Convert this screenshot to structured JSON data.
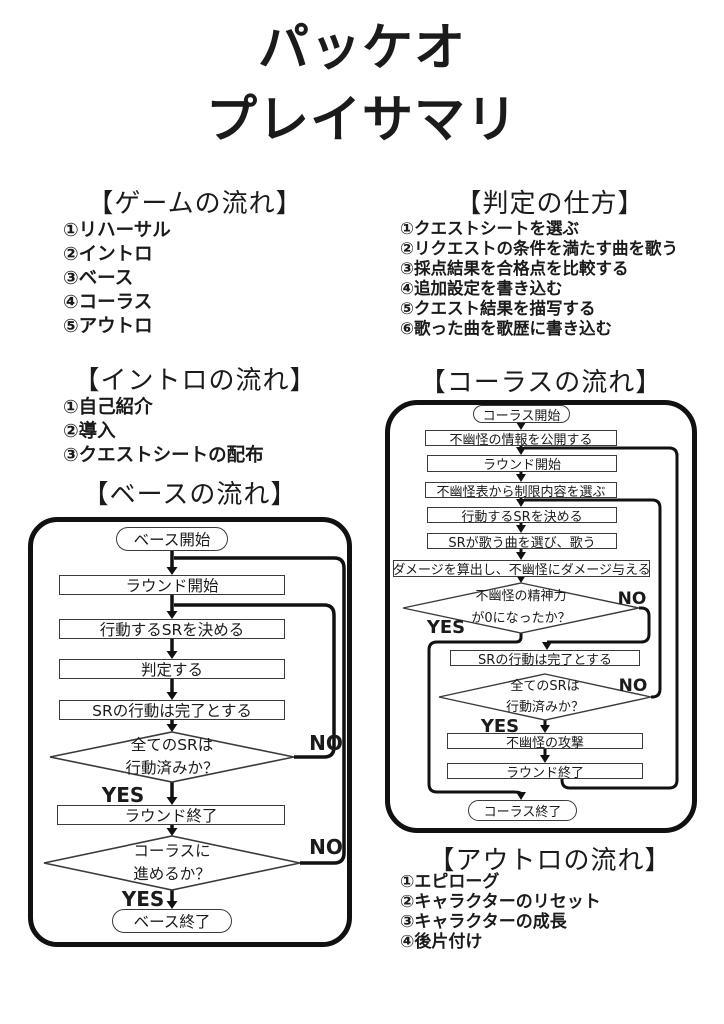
{
  "page": {
    "background": "#ffffff",
    "ink": "#1b1b1b"
  },
  "title": {
    "line1": "パッケオ",
    "line2": "プレイサマリ"
  },
  "sections": {
    "game": {
      "heading": "【ゲームの流れ】",
      "items": [
        "①リハーサル",
        "②イントロ",
        "③ベース",
        "④コーラス",
        "⑤アウトロ"
      ]
    },
    "judge": {
      "heading": "【判定の仕方】",
      "items": [
        "①クエストシートを選ぶ",
        "②リクエストの条件を満たす曲を歌う",
        "③採点結果を合格点を比較する",
        "④追加設定を書き込む",
        "⑤クエスト結果を描写する",
        "⑥歌った曲を歌歴に書き込む"
      ]
    },
    "intro": {
      "heading": "【イントロの流れ】",
      "items": [
        "①自己紹介",
        "②導入",
        "③クエストシートの配布"
      ]
    },
    "outro": {
      "heading": "【アウトロの流れ】",
      "items": [
        "①エピローグ",
        "②キャラクターのリセット",
        "③キャラクターの成長",
        "④後片付け"
      ]
    },
    "bass": {
      "heading": "【ベースの流れ】",
      "nodes": {
        "start": "ベース開始",
        "round_start": "ラウンド開始",
        "choose_sr": "行動するSRを決める",
        "judge": "判定する",
        "sr_done": "SRの行動は完了とする",
        "all_sr_q1": "全てのSRは",
        "all_sr_q2": "行動済みか？",
        "round_end": "ラウンド終了",
        "chorus_q1": "コーラスに",
        "chorus_q2": "進めるか？",
        "end": "ベース終了"
      },
      "labels": {
        "yes": "YES",
        "no": "NO"
      }
    },
    "chorus": {
      "heading": "【コーラスの流れ】",
      "nodes": {
        "start": "コーラス開始",
        "reveal": "不幽怪の情報を公開する",
        "round_start": "ラウンド開始",
        "limit": "不幽怪表から制限内容を選ぶ",
        "choose_sr": "行動するSRを決める",
        "sing": "SRが歌う曲を選び、歌う",
        "damage": "ダメージを算出し、不幽怪にダメージ与える",
        "spirit_q1": "不幽怪の精神力",
        "spirit_q2": "が0になったか？",
        "sr_done": "SRの行動は完了とする",
        "all_sr_q1": "全てのSRは",
        "all_sr_q2": "行動済みか？",
        "attack": "不幽怪の攻撃",
        "round_end": "ラウンド終了",
        "end": "コーラス終了"
      },
      "labels": {
        "yes": "YES",
        "no": "NO"
      }
    }
  }
}
